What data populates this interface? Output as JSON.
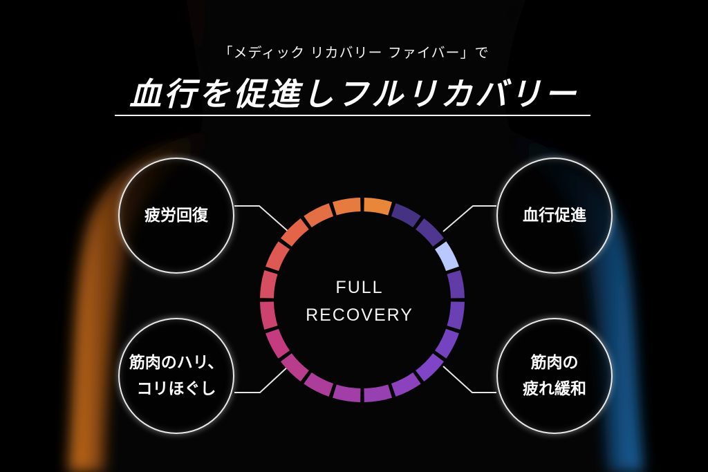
{
  "header": {
    "subtitle": "「メディック リカバリー ファイバー」で",
    "headline": "血行を促進しフルリカバリー"
  },
  "center": {
    "line1": "FULL",
    "line2": "RECOVERY"
  },
  "benefits": {
    "top_left": {
      "lines": [
        "疲労回復"
      ]
    },
    "top_right": {
      "lines": [
        "血行促進"
      ]
    },
    "bottom_left": {
      "lines": [
        "筋肉のハリ、",
        "コリほぐし"
      ]
    },
    "bottom_right": {
      "lines": [
        "筋肉の",
        "疲れ緩和"
      ]
    }
  },
  "ring": {
    "segment_count": 20,
    "gradient_colors": [
      "#e8863a",
      "#e3604a",
      "#c83c7a",
      "#a13ea8",
      "#7c45c9",
      "#5a3a9e",
      "#3e2f78"
    ],
    "highlight_color": "#b9c8ff"
  },
  "colors": {
    "background": "#000000",
    "silhouette_left_rim": "#e07a1e",
    "silhouette_right_rim": "#1b6fb3",
    "text": "#ffffff"
  }
}
